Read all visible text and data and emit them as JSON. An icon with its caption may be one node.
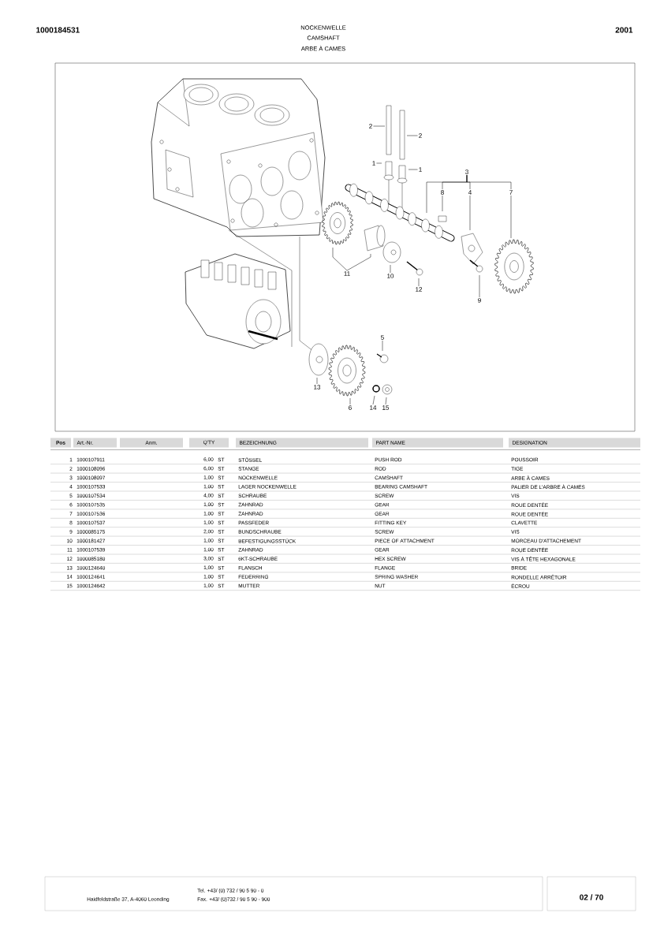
{
  "diagram": {
    "title": "NOCKENWELLE",
    "nodes": [
      {
        "text": [
          "2"
        ]
      },
      {
        "text": [
          "2"
        ]
      },
      {
        "text": [
          "1"
        ]
      },
      {
        "text": [
          "1"
        ]
      },
      {
        "text": [
          "3"
        ]
      },
      {
        "text": [
          "8"
        ]
      },
      {
        "text": [
          "4"
        ]
      },
      {
        "text": [
          "7"
        ]
      },
      {
        "text": [
          "11"
        ]
      },
      {
        "text": [
          "10"
        ]
      },
      {
        "text": [
          "12"
        ]
      },
      {
        "text": [
          "9"
        ]
      },
      {
        "text": [
          "5"
        ]
      },
      {
        "text": [
          "13"
        ]
      },
      {
        "text": [
          "6"
        ]
      },
      {
        "text": [
          "14"
        ]
      },
      {
        "text": [
          "15"
        ]
      }
    ],
    "edges": [
      {
        "from": 0,
        "to": null,
        "arrow": "none"
      },
      {
        "from": 1,
        "to": null,
        "arrow": "none"
      },
      {
        "from": 2,
        "to": null,
        "arrow": "none"
      },
      {
        "from": 3,
        "to": null,
        "arrow": "none"
      },
      {
        "from": 4,
        "to": null,
        "arrow": "none"
      },
      {
        "from": 4,
        "to": 5,
        "arrow": "none"
      },
      {
        "from": 4,
        "to": 6,
        "arrow": "none"
      },
      {
        "from": 4,
        "to": 7,
        "arrow": "none"
      },
      {
        "from": 5,
        "to": null,
        "arrow": "none"
      },
      {
        "from": 6,
        "to": null,
        "arrow": "none"
      },
      {
        "from": 7,
        "to": null,
        "arrow": "none"
      },
      {
        "from": 8,
        "to": null,
        "arrow": "none"
      },
      {
        "from": 8,
        "to": null,
        "arrow": "none"
      },
      {
        "from": 9,
        "to": null,
        "arrow": "none"
      },
      {
        "from": 10,
        "to": null,
        "arrow": "none"
      },
      {
        "from": 11,
        "to": null,
        "arrow": "none"
      },
      {
        "from": 12,
        "to": null,
        "arrow": "none"
      },
      {
        "from": 13,
        "to": null,
        "arrow": "none"
      },
      {
        "from": 14,
        "to": null,
        "arrow": "none"
      },
      {
        "from": 15,
        "to": null,
        "arrow": "none"
      },
      {
        "from": 16,
        "to": null,
        "arrow": "none"
      }
    ],
    "labels": [
      "CAMSHAFT",
      "ARBE À CAMES",
      "1000184531",
      "2001",
      "Pos",
      "Art.-Nr.",
      "Anm.",
      "Q'TY",
      "BEZEICHNUNG",
      "PART NAME",
      "DESIGNATION",
      "1",
      "1000107911",
      "6,00",
      "ST",
      "STÖSSEL",
      "PUSH ROD",
      "POUSSOIR",
      "2",
      "1000108096",
      "6,00",
      "ST",
      "STANGE",
      "ROD",
      "TIGE",
      "3",
      "1000108097",
      "1,00",
      "ST",
      "NOCKENWELLE",
      "CAMSHAFT",
      "ARBE À CAMES",
      "4",
      "1000107533",
      "1,00",
      "ST",
      "LAGER NOCKENWELLE",
      "BEARING CAMSHAFT",
      "PALIER DE L'ARBRE À CAMES",
      "5",
      "1000107534",
      "4,00",
      "ST",
      "SCHRAUBE",
      "SCREW",
      "VIS",
      "6",
      "1000107535",
      "1,00",
      "ST",
      "ZAHNRAD",
      "GEAR",
      "ROUE DENTÉE",
      "7",
      "1000107536",
      "1,00",
      "ST",
      "ZAHNRAD",
      "GEAR",
      "ROUE DENTÉE",
      "8",
      "1000107537",
      "1,00",
      "ST",
      "PASSFEDER",
      "FITTING KEY",
      "CLAVETTE",
      "9",
      "1000085175",
      "2,00",
      "ST",
      "BUNDSCHRAUBE",
      "SCREW",
      "VIS",
      "10",
      "1000181427",
      "1,00",
      "ST",
      "BEFESTIGUNGSSTÜCK",
      "PIECE OF ATTACHMENT",
      "MORCEAU D'ATTACHEMENT",
      "11",
      "1000107539",
      "1,00",
      "ST",
      "ZAHNRAD",
      "GEAR",
      "ROUE DENTÉE",
      "12",
      "1000085180",
      "3,00",
      "ST",
      "6KT-SCHRAUBE",
      "HEX SCREW",
      "VIS À TÊTE HEXAGONALE",
      "13",
      "1000124640",
      "1,00",
      "ST",
      "FLANSCH",
      "FLANGE",
      "BRIDE",
      "14",
      "1000124641",
      "1,00",
      "ST",
      "FEDERRING",
      "SPRING WASHER",
      "RONDELLE ARRÊTOIR",
      "15",
      "1000124642",
      "1,00",
      "ST",
      "MUTTER",
      "NUT",
      "ÉCROU",
      "Haidfeldstraße 37, A-4060 Leonding",
      "Tel. +43/ (0) 732 / 90 5 90 - 0",
      "Fax. +43/ (0)732 / 90 5 90 - 900",
      "02 / 70"
    ]
  }
}
